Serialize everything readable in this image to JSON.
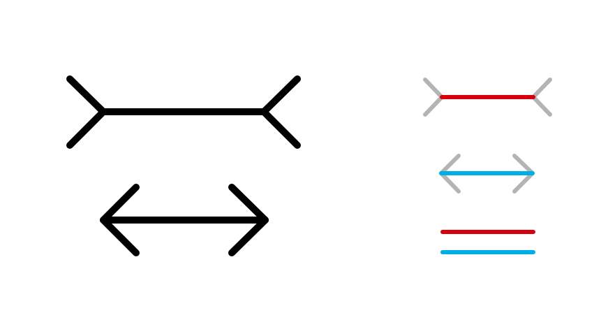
{
  "colors": {
    "background": "#ffffff",
    "black": "#000000",
    "gray": "#b4b4b4",
    "red": "#d9000d",
    "blue": "#00aee6"
  },
  "figures": [
    {
      "name": "fins-out-line",
      "style": "black"
    },
    {
      "name": "arrowheads-line",
      "style": "black"
    },
    {
      "name": "fins-out-line-colored",
      "line_color": "red",
      "fin_color": "gray"
    },
    {
      "name": "arrowheads-line-colored",
      "line_color": "blue",
      "fin_color": "gray"
    },
    {
      "name": "equal-lines-comparison",
      "colors": [
        "red",
        "blue"
      ]
    }
  ]
}
